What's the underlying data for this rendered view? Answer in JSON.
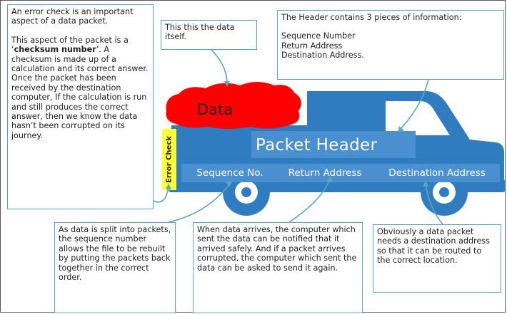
{
  "diagram": {
    "data_label": "Data",
    "packet_header_label": "Packet Header",
    "fields": [
      "Sequence No.",
      "Return Address",
      "Destination Address"
    ],
    "error_check_label": "Error Check",
    "colors": {
      "truck": "#2f7cc0",
      "header": "#4a8fd0",
      "data_blob": "#ff0000",
      "error_check": "#ffff33",
      "callout_border": "#5aa9b8"
    }
  },
  "callouts": {
    "checksum": {
      "p1": "An error check is an important aspect of a data packet.",
      "p2_before": "This aspect of the packet is a ‘",
      "p2_bold": "checksum number",
      "p2_after": "’. A checksum is made up of a calculation and its correct answer. Once the packet has been received by the destination computer, If the calculation is run and still produces the correct answer, then we know the data hasn’t been corrupted on its journey."
    },
    "data": "This this the data itself.",
    "header": {
      "line1": "The Header contains 3 pieces of information:",
      "items": [
        "Sequence Number",
        "Return Address",
        "Destination Address."
      ]
    },
    "sequence": "As data is split into packets, the sequence number allows the file to be rebuilt by putting the packets back together in the correct order.",
    "return": "When data arrives, the computer which sent the data can be notified that it arrived safely. And if a packet arrives corrupted, the computer which sent the data can be asked to send it again.",
    "destination": "Obviously a data packet needs a destination address so that it can be routed to the correct location."
  }
}
